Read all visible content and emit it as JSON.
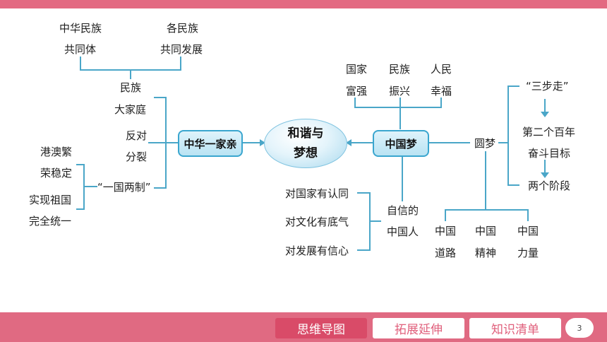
{
  "center": {
    "line1": "和谐与",
    "line2": "梦想"
  },
  "left_box": "中华一家亲",
  "right_box": "中国梦",
  "left": {
    "top_a": {
      "line1": "中华民族",
      "line2": "共同体"
    },
    "top_b": {
      "line1": "各民族",
      "line2": "共同发展"
    },
    "family": {
      "line1": "民族",
      "line2": "大家庭"
    },
    "oppose": {
      "line1": "反对",
      "line2": "分裂"
    },
    "one_country": "“一国两制”",
    "hk": {
      "line1": "港澳繁",
      "line2": "荣稳定"
    },
    "reunify": {
      "line1": "实现祖国",
      "line2": "完全统一"
    }
  },
  "right": {
    "top": [
      {
        "line1": "国家",
        "line2": "富强"
      },
      {
        "line1": "民族",
        "line2": "振兴"
      },
      {
        "line1": "人民",
        "line2": "幸福"
      }
    ],
    "yuanmeng": "圆梦",
    "steps": {
      "step1": "“三步走”",
      "step2a": "第二个百年",
      "step2b": "奋斗目标",
      "step3": "两个阶段"
    },
    "china": [
      {
        "line1": "中国",
        "line2": "道路"
      },
      {
        "line1": "中国",
        "line2": "精神"
      },
      {
        "line1": "中国",
        "line2": "力量"
      }
    ],
    "confident": {
      "line1": "自信的",
      "line2": "中国人"
    },
    "attitudes": [
      "对国家有认同",
      "对文化有底气",
      "对发展有信心"
    ]
  },
  "footer": {
    "buttons": [
      "思维导图",
      "拓展延伸",
      "知识清单"
    ],
    "page": "3"
  },
  "colors": {
    "accent": "#3aa6cf",
    "brand": "#e06a82",
    "active_tab": "#d94b68"
  }
}
